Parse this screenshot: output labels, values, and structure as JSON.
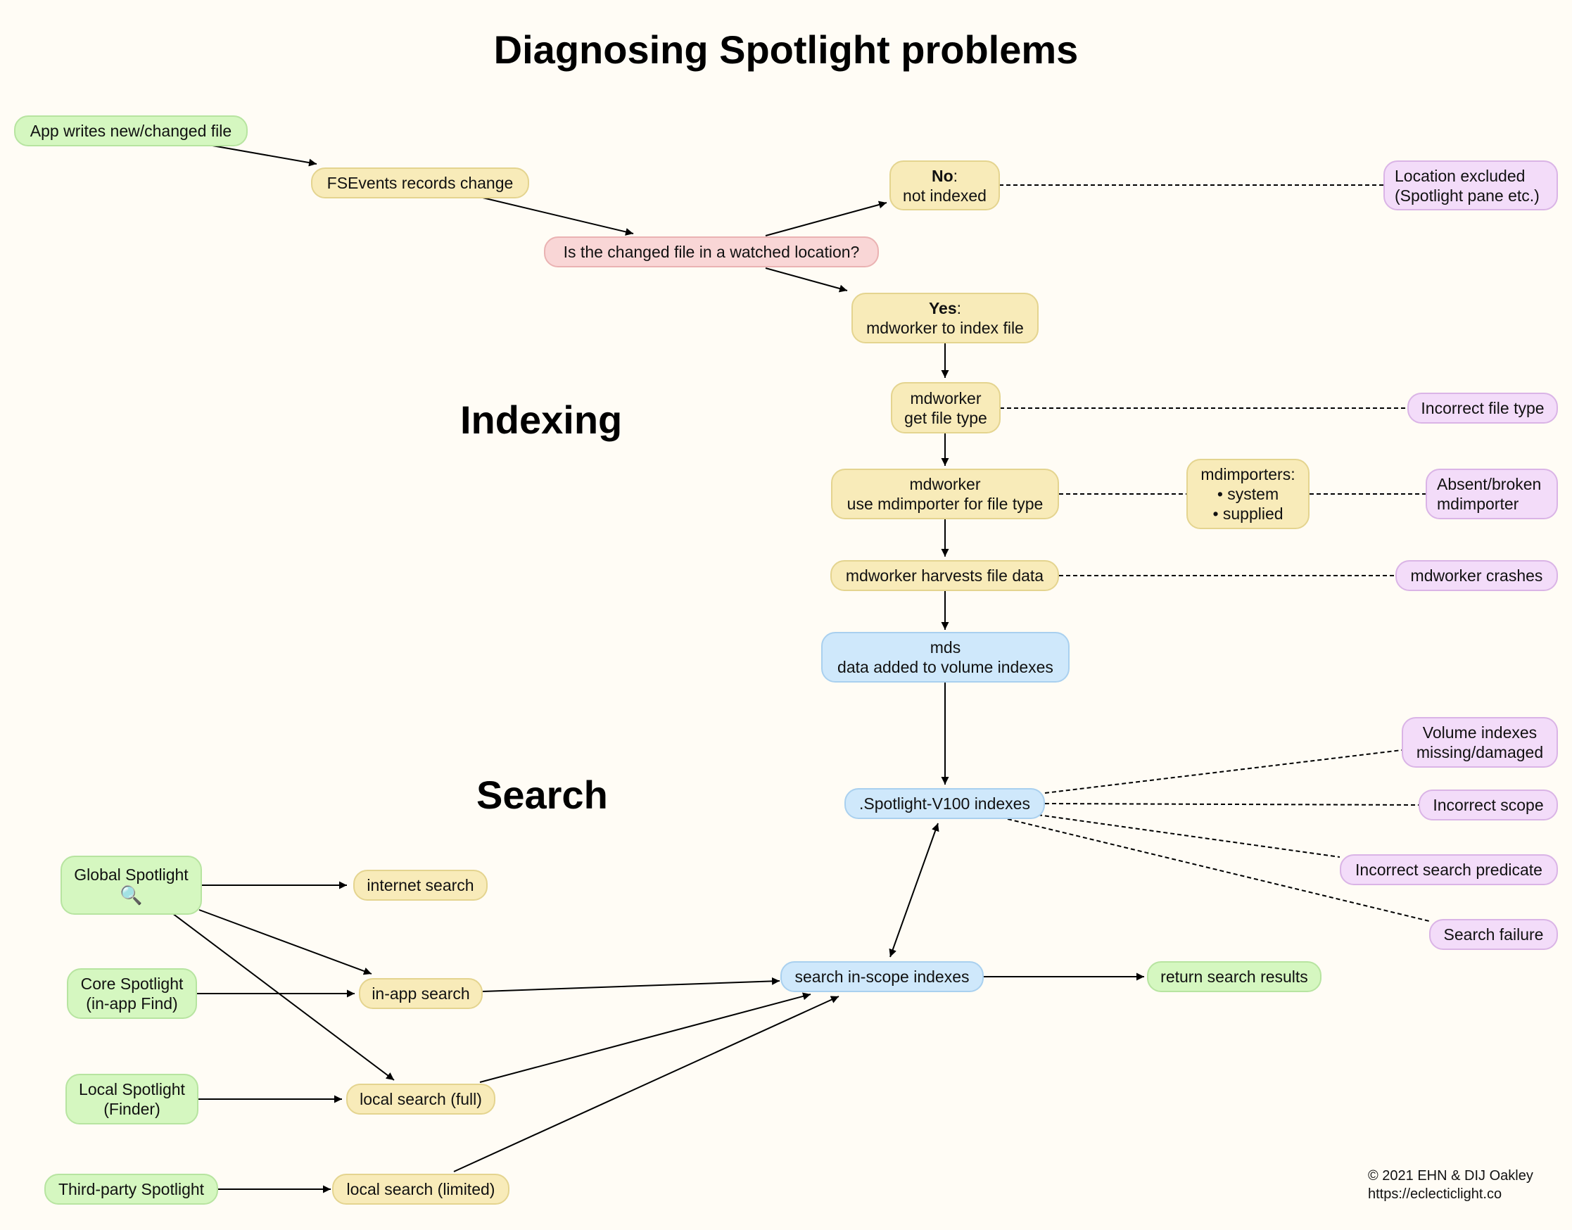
{
  "title": "Diagnosing Spotlight problems",
  "sections": {
    "indexing": "Indexing",
    "search": "Search"
  },
  "credit": {
    "line1": "© 2021 EHN & DIJ Oakley",
    "line2": "https://eclecticlight.co"
  },
  "nodes": {
    "app_writes": "App writes new/changed file",
    "fsevents": "FSEvents records change",
    "watched_q": "Is the changed file in a watched location?",
    "no_label": "No",
    "no_text": "not indexed",
    "location_excluded_1": "Location excluded",
    "location_excluded_2": "(Spotlight pane etc.)",
    "yes_label": "Yes",
    "yes_text": "mdworker to index file",
    "get_type_1": "mdworker",
    "get_type_2": "get file type",
    "incorrect_file_type": "Incorrect file type",
    "use_importer_1": "mdworker",
    "use_importer_2": "use mdimporter for file type",
    "mdimporters_1": "mdimporters:",
    "mdimporters_2": "• system",
    "mdimporters_3": "• supplied",
    "absent_importer_1": "Absent/broken",
    "absent_importer_2": "mdimporter",
    "harvests": "mdworker harvests file data",
    "mdworker_crashes": "mdworker crashes",
    "mds_1": "mds",
    "mds_2": "data added to volume indexes",
    "spotlight_v100": ".Spotlight-V100 indexes",
    "volume_missing_1": "Volume indexes",
    "volume_missing_2": "missing/damaged",
    "incorrect_scope": "Incorrect scope",
    "incorrect_predicate": "Incorrect search predicate",
    "search_failure": "Search failure",
    "global_spotlight": "Global Spotlight",
    "magnifier": "🔍",
    "internet_search": "internet search",
    "core_spotlight_1": "Core Spotlight",
    "core_spotlight_2": "(in-app Find)",
    "in_app_search": "in-app search",
    "local_spotlight_1": "Local Spotlight",
    "local_spotlight_2": "(Finder)",
    "local_full": "local search (full)",
    "third_party": "Third-party Spotlight",
    "local_limited": "local search (limited)",
    "search_indexes": "search in-scope indexes",
    "return_results": "return search results"
  },
  "colors": {
    "green": "#d5f7c0",
    "yellow": "#f8ebb9",
    "pink": "#f9d6d6",
    "purple": "#f3dcf9",
    "blue": "#cfe8fb",
    "background": "#fffcf5"
  }
}
